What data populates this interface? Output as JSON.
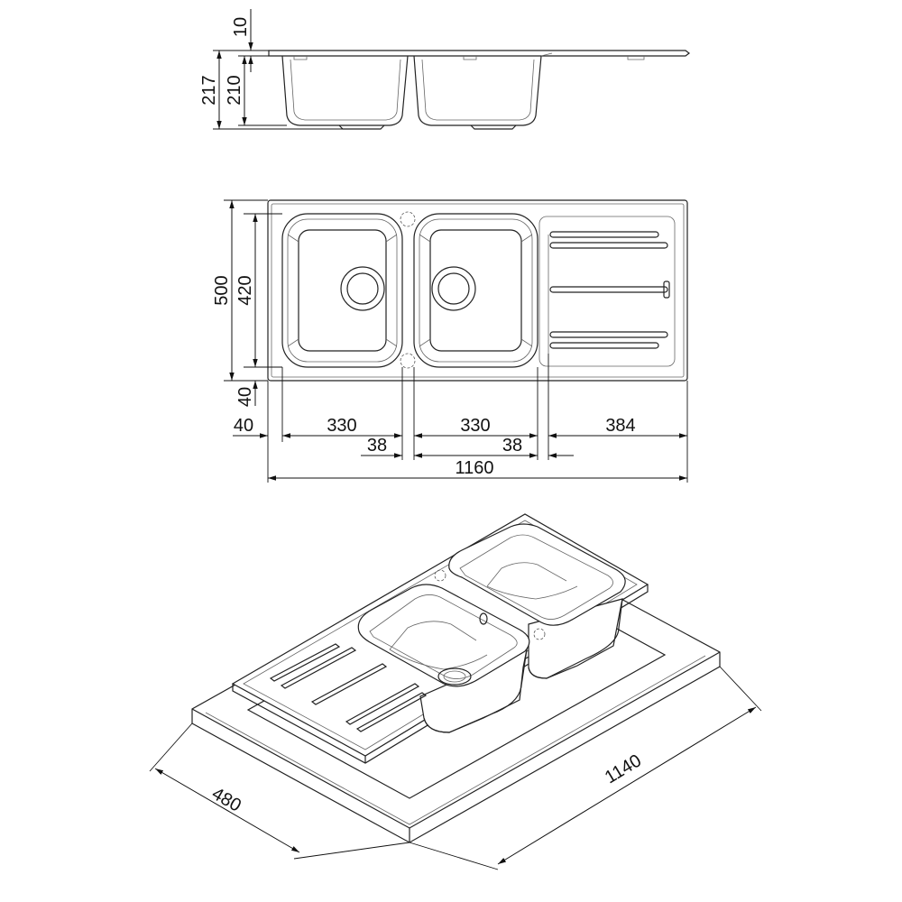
{
  "colors": {
    "line": "#222222",
    "background": "#ffffff"
  },
  "side_view": {
    "dims": {
      "flange": "10",
      "total_depth": "217",
      "bowl_depth": "210"
    }
  },
  "top_view": {
    "dims": {
      "overall_depth": "500",
      "bowl_depth": "420",
      "front_margin": "40",
      "left_margin": "40",
      "bowl1_width": "330",
      "bowl2_width": "330",
      "drainer_width": "384",
      "gap1": "38",
      "gap2": "38",
      "overall_width": "1160"
    }
  },
  "cutout_view": {
    "dims": {
      "cutout_depth": "480",
      "cutout_width": "1140"
    }
  }
}
